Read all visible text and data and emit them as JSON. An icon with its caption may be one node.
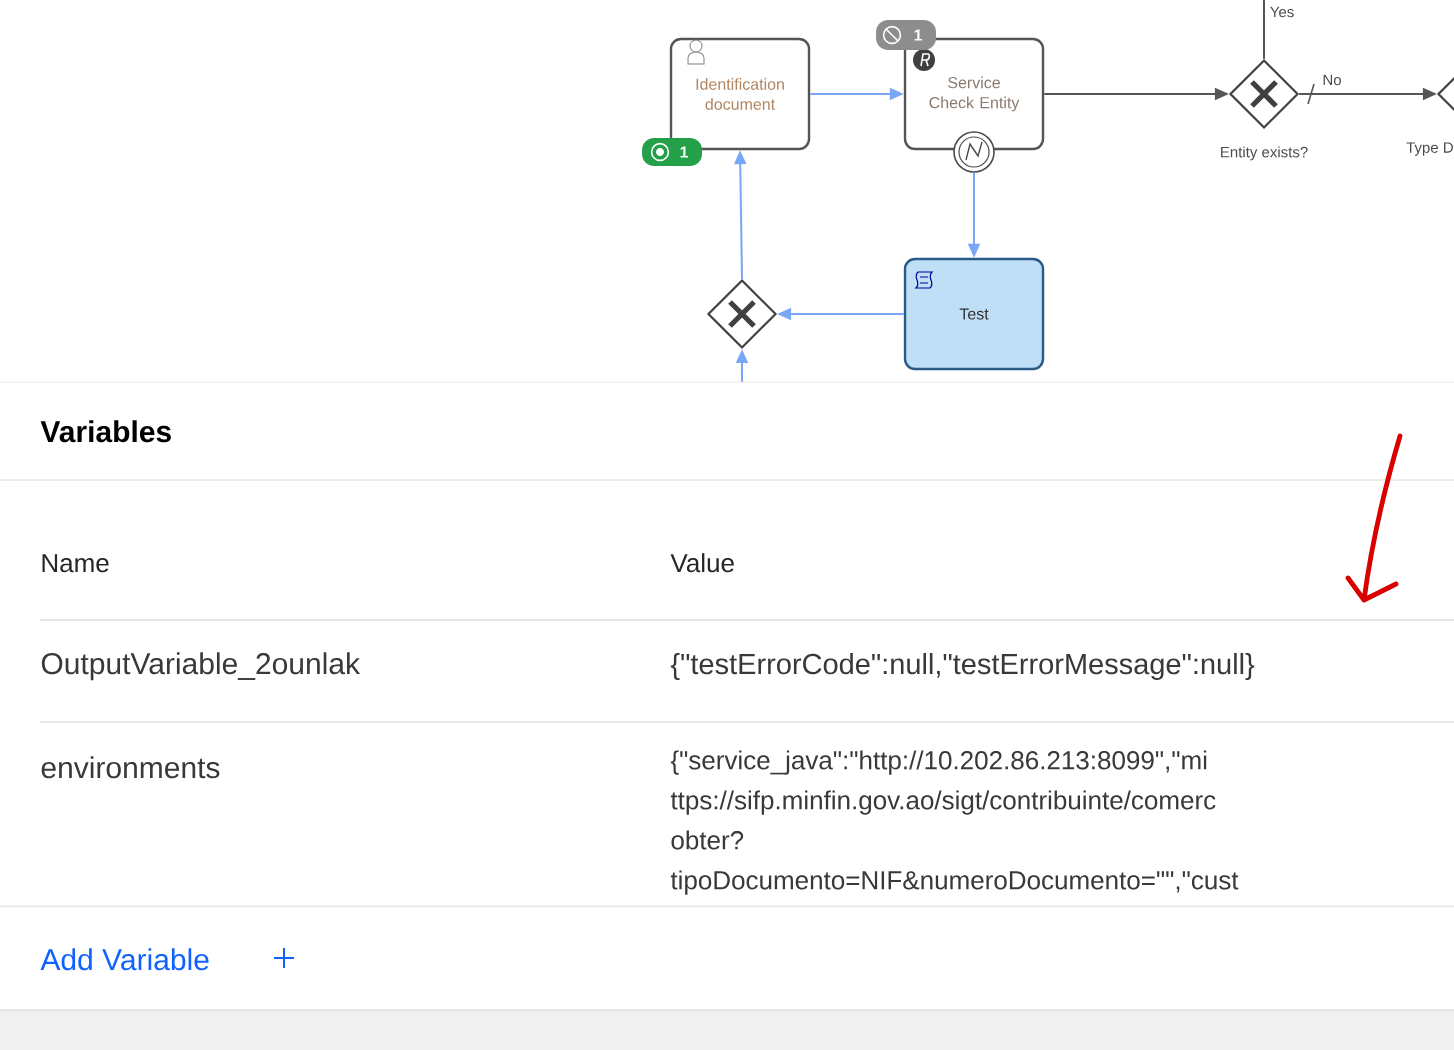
{
  "diagram": {
    "nodes": [
      {
        "text": [
          "Identification document"
        ]
      },
      {
        "text": [
          "Service Check Entity"
        ]
      },
      {
        "text": [
          "Entity exists?"
        ]
      },
      {
        "text": [
          "Type D"
        ]
      },
      {
        "text": [
          "Test"
        ]
      },
      {
        "text": [],
        "shape": "diamond"
      },
      {
        "text": [],
        "shape": "circle"
      }
    ],
    "edges": [
      {
        "from": 0,
        "to": 1,
        "arrow": "to"
      },
      {
        "from": 1,
        "to": 2,
        "arrow": "to",
        "color": "#555555"
      },
      {
        "from": 2,
        "to": null,
        "arrow": "none",
        "label": "Yes",
        "color": "#555555"
      },
      {
        "from": 2,
        "to": 3,
        "arrow": "to",
        "label": "No",
        "color": "#555555"
      },
      {
        "from": 6,
        "to": 4,
        "arrow": "to"
      },
      {
        "from": 4,
        "to": 5,
        "arrow": "to"
      },
      {
        "from": 5,
        "to": 0,
        "arrow": "to"
      },
      {
        "from": null,
        "to": 5,
        "arrow": "to"
      }
    ],
    "labels": [
      "1",
      "1",
      "Variables",
      "Name",
      "Value",
      "OutputVariable_2ounlak",
      "{\"testErrorCode\":null,\"testErrorMessage\":null}",
      "environments",
      "{\"service_java\":\"http://10.202.86.213:8099\",\"mi ttps://sifp.minfin.gov.ao/sigt/contribuinte/comerc obter? tipoDocumento=NIF&numeroDocumento=\"\",\"cust",
      "Add Variable"
    ]
  }
}
